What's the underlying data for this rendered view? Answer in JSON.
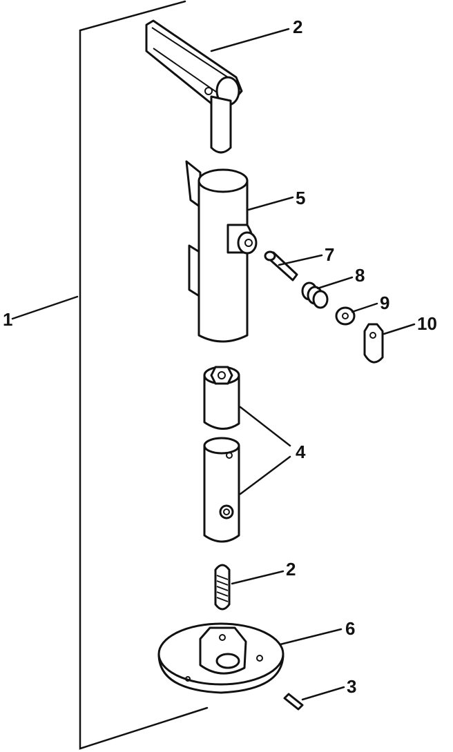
{
  "callouts": [
    {
      "id": "c1",
      "text": "1"
    },
    {
      "id": "c2a",
      "text": "2"
    },
    {
      "id": "c5",
      "text": "5"
    },
    {
      "id": "c7",
      "text": "7"
    },
    {
      "id": "c8",
      "text": "8"
    },
    {
      "id": "c9",
      "text": "9"
    },
    {
      "id": "c10",
      "text": "10"
    },
    {
      "id": "c4",
      "text": "4"
    },
    {
      "id": "c2b",
      "text": "2"
    },
    {
      "id": "c6",
      "text": "6"
    },
    {
      "id": "c3",
      "text": "3"
    }
  ]
}
